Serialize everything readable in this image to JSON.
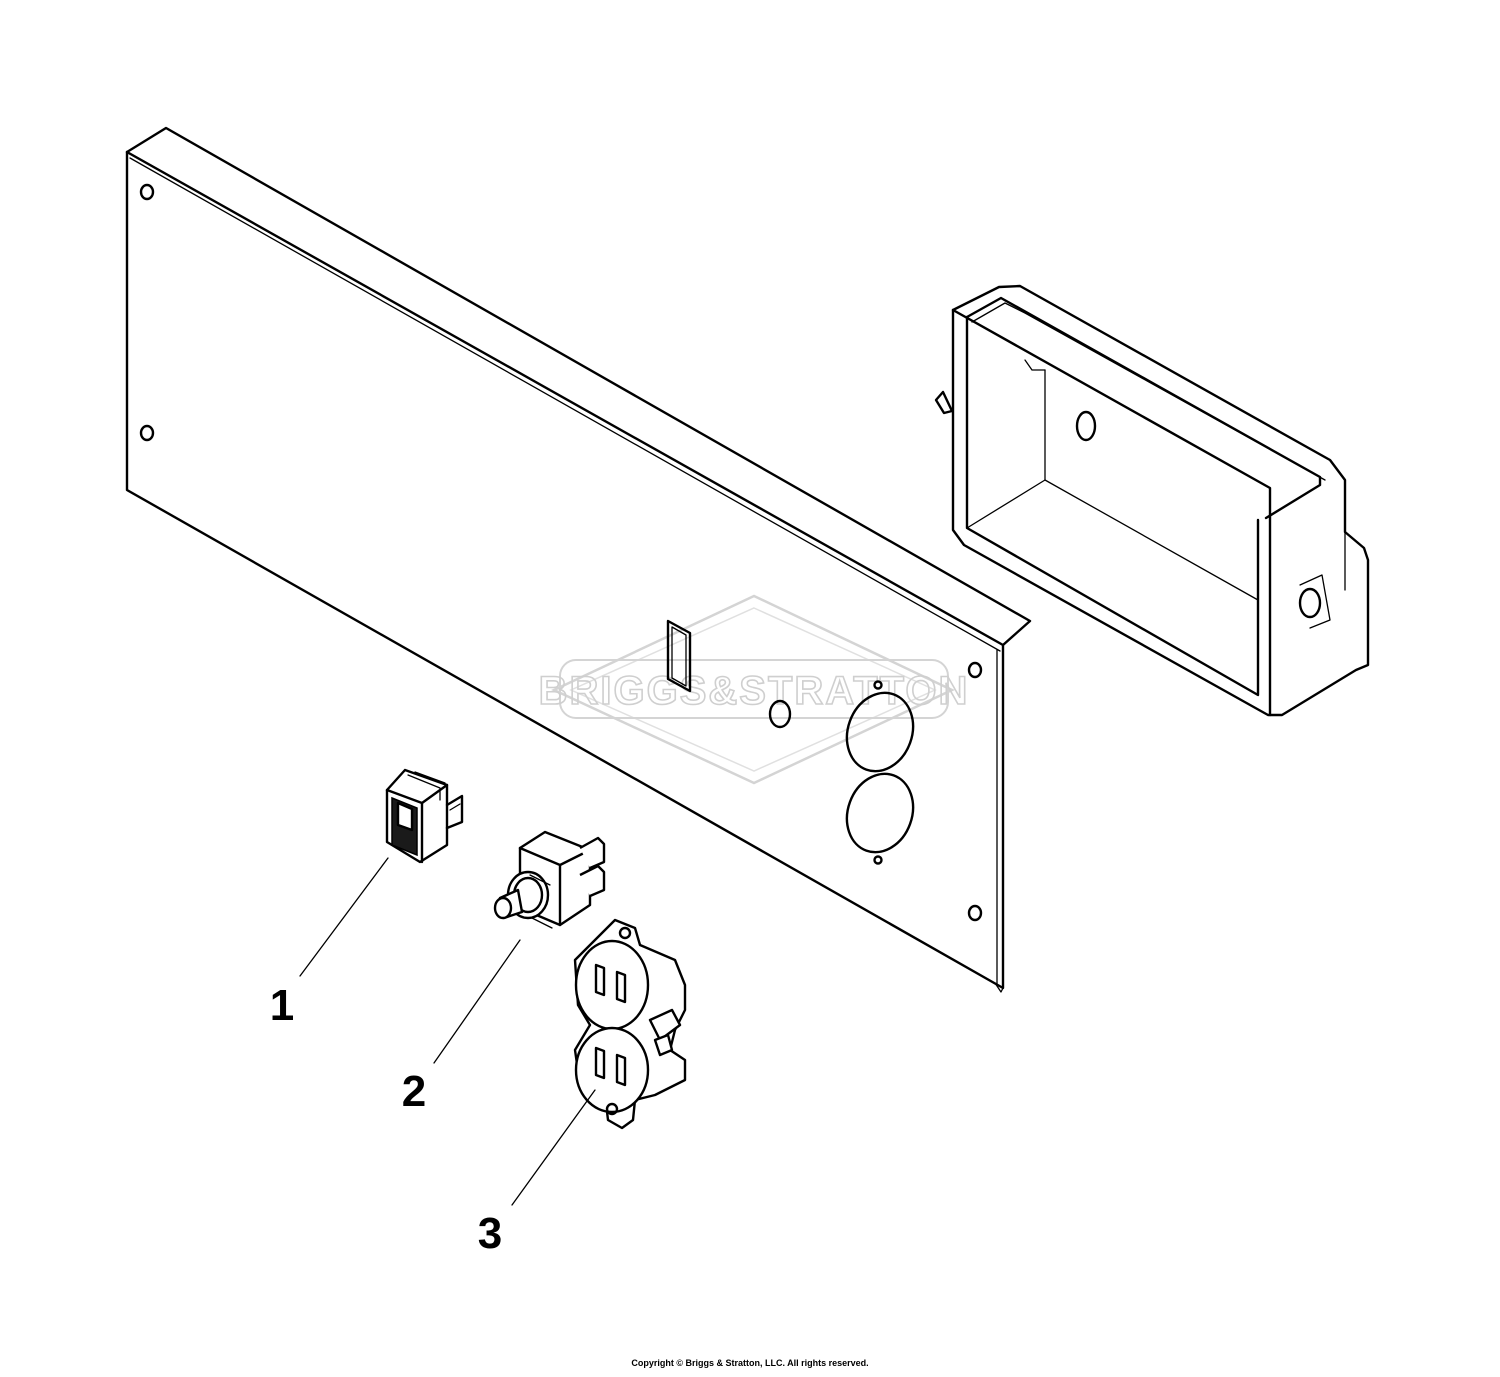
{
  "watermark": {
    "text": "BRIGGS&STRATTON",
    "color": "#cfcfcf"
  },
  "callouts": [
    {
      "number": "1",
      "part": "rocker-switch"
    },
    {
      "number": "2",
      "part": "circuit-breaker"
    },
    {
      "number": "3",
      "part": "duplex-receptacle"
    }
  ],
  "footer": {
    "copyright": "Copyright © Briggs & Stratton, LLC. All rights reserved."
  }
}
